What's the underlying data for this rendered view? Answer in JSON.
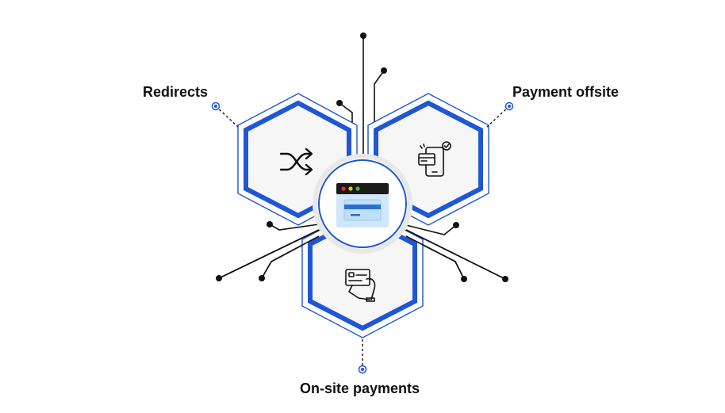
{
  "labels": {
    "redirects": "Redirects",
    "payment_offsite": "Payment offsite",
    "onsite_payments": "On-site payments"
  },
  "icons": {
    "center": "browser-window-icon",
    "redirects": "shuffle-arrows-icon",
    "payment_offsite": "mobile-payment-check-icon",
    "onsite_payments": "hand-holding-card-icon"
  },
  "colors": {
    "accent": "#1f56d6",
    "hex_fill": "#f6f6f6",
    "line": "#111111",
    "browser_bar": "#1b1b1b",
    "card_light": "#cfe6fb",
    "card_stripe": "#2a6fd1",
    "dot_red": "#e8322a",
    "dot_yellow": "#f2c314",
    "dot_green": "#3bbf3b"
  }
}
